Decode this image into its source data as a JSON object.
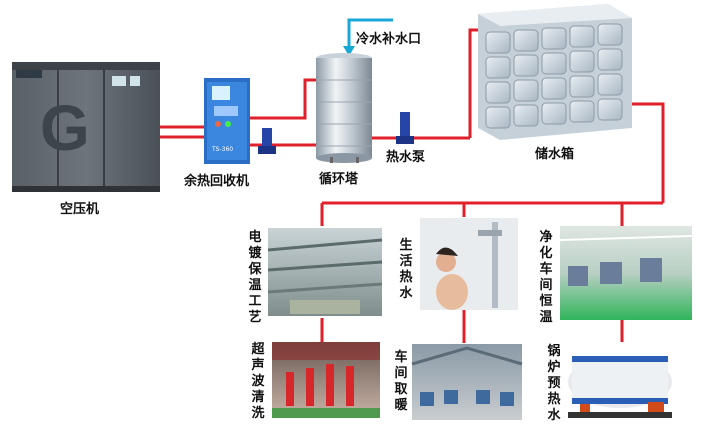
{
  "labels": {
    "compressor": "空压机",
    "heat_recovery": "余热回收机",
    "cooling_tower": "循环塔",
    "cold_water_inlet": "冷水补水口",
    "hot_water_pump": "热水泵",
    "storage_tank": "储水箱"
  },
  "uses": {
    "electroplating": "电镀保温工艺",
    "domestic_hot_water": "生活热水",
    "cleanroom": "净化车间恒温",
    "ultrasonic_cleaning": "超声波清洗",
    "workshop_heating": "车间取暖",
    "boiler_preheat": "锅炉预热水"
  },
  "equipment_text": {
    "recovery_model": "TS-360"
  },
  "colors": {
    "pipe": "#e0202a",
    "inlet_pipe": "#18a8d8"
  }
}
